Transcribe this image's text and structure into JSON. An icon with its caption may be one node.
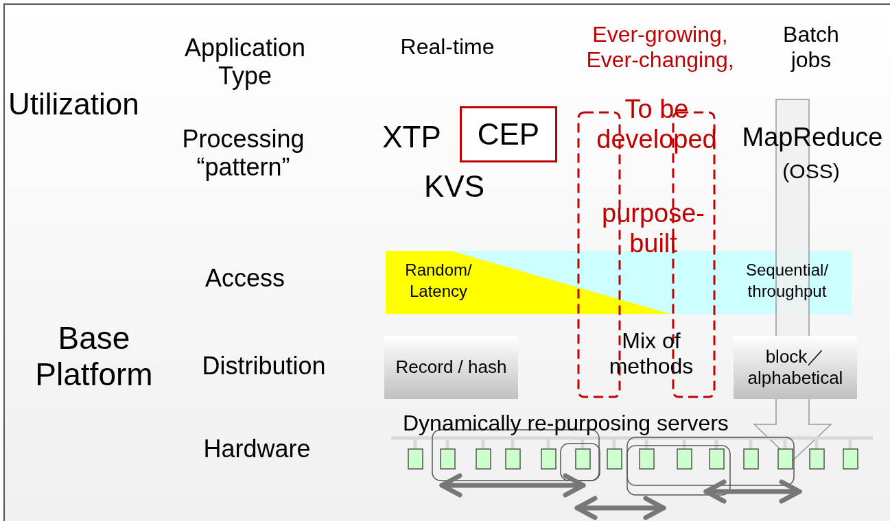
{
  "diagram": {
    "nodes": [
      {
        "text": [
          "CEP"
        ]
      },
      {
        "text": [
          "Random/ Latency"
        ]
      },
      {
        "text": [
          "Sequential/ throughput"
        ]
      },
      {
        "text": [
          "Record / hash"
        ]
      },
      {
        "text": [
          "block／ alphabetical"
        ]
      }
    ],
    "labels": [
      "Utilization",
      "Application Type",
      "Processing “pattern”",
      "Access",
      "Base Platform",
      "Distribution",
      "Hardware",
      "Real-time",
      "Ever-growing, Ever-changing,",
      "Batch jobs",
      "XTP",
      "KVS",
      "MapReduce",
      "(OSS)",
      "To be developed",
      "purpose-built",
      "Mix of methods",
      "Dynamically re-purposing servers"
    ]
  }
}
